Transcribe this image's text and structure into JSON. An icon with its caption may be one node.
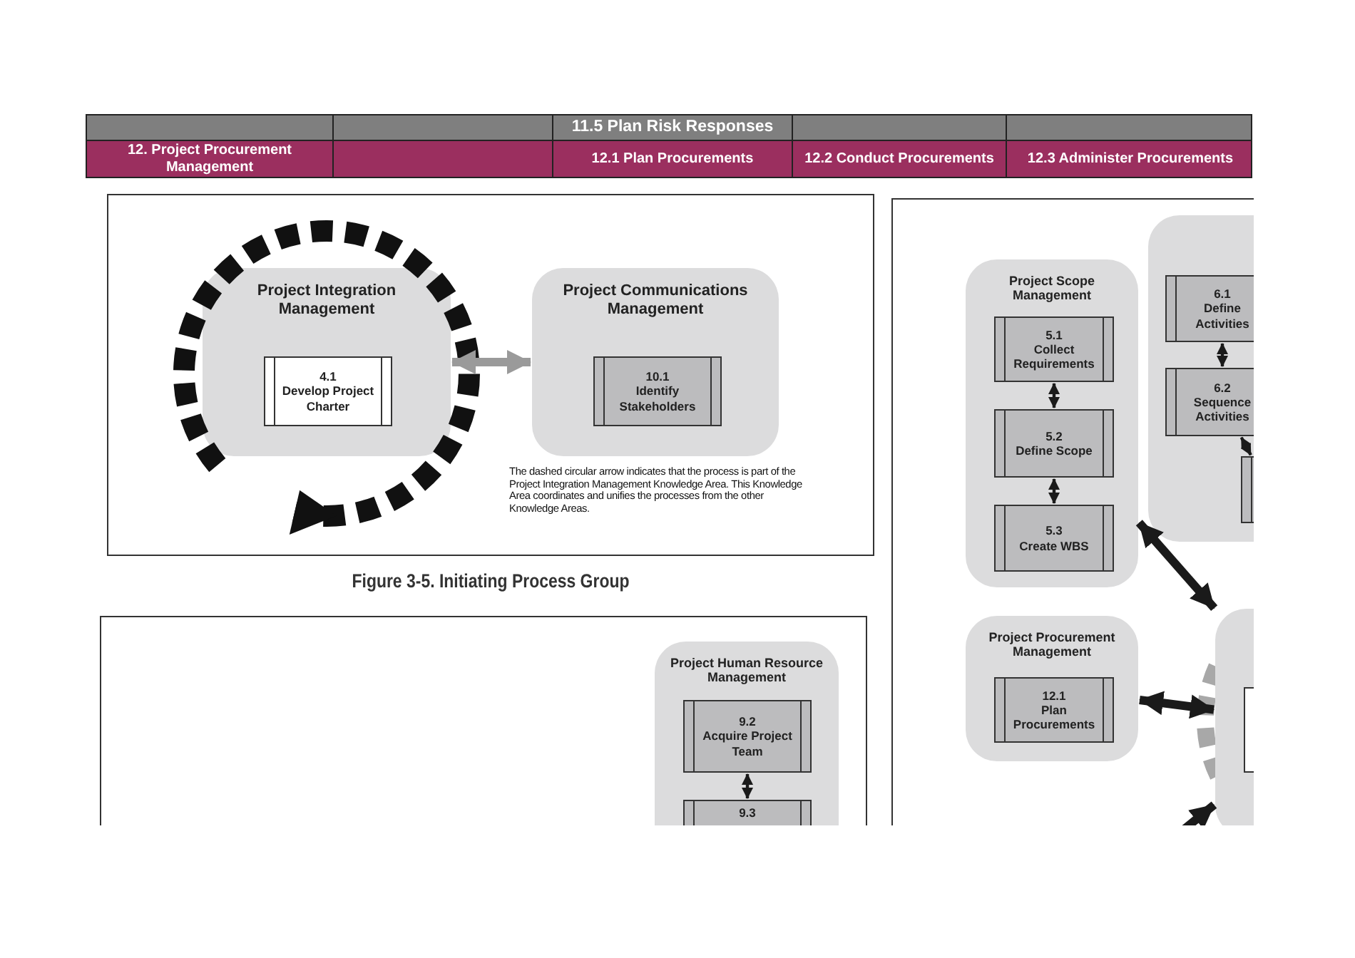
{
  "diagram": {
    "caption": "Figure 3-5. Initiating Process Group",
    "nodes": [
      {
        "text": [
          "Project Integration Management"
        ]
      },
      {
        "text": [
          "4.1",
          "Develop Project Charter"
        ],
        "in": 0
      },
      {
        "text": [
          "Project Communications Management"
        ]
      },
      {
        "text": [
          "10.1",
          "Identify Stakeholders"
        ],
        "in": 2
      },
      {
        "text": [
          "Project Scope Management"
        ]
      },
      {
        "text": [
          "5.1",
          "Collect Requirements"
        ],
        "in": 4
      },
      {
        "text": [
          "5.2",
          "Define Scope"
        ],
        "in": 4
      },
      {
        "text": [
          "5.3",
          "Create WBS"
        ],
        "in": 4
      },
      {
        "text": [],
        "shape": "box"
      },
      {
        "text": [
          "6.1",
          "Define Activities"
        ],
        "in": 8
      },
      {
        "text": [
          "6.2",
          "Sequence Activities"
        ],
        "in": 8
      },
      {
        "text": [],
        "shape": "box",
        "in": 8
      },
      {
        "text": [
          "Project Procurement Management"
        ]
      },
      {
        "text": [
          "12.1",
          "Plan Procurements"
        ],
        "in": 12
      },
      {
        "text": [],
        "shape": "box"
      },
      {
        "text": [],
        "shape": "box",
        "in": 14
      },
      {
        "text": [
          "Project Human Resource Management"
        ]
      },
      {
        "text": [
          "9.2",
          "Acquire Project Team"
        ],
        "in": 16
      },
      {
        "text": [
          "9.3"
        ],
        "in": 16
      }
    ],
    "edges": [
      {
        "from": 0,
        "to": 2,
        "arrow": "both",
        "style": "thick",
        "color": "#9a9a9a"
      },
      {
        "from": 5,
        "to": 6,
        "arrow": "both"
      },
      {
        "from": 6,
        "to": 7,
        "arrow": "both"
      },
      {
        "from": 9,
        "to": 10,
        "arrow": "both"
      },
      {
        "from": 10,
        "to": 11,
        "arrow": "both"
      },
      {
        "from": 4,
        "to": 14,
        "arrow": "both",
        "style": "thick"
      },
      {
        "from": 12,
        "to": 14,
        "arrow": "both",
        "style": "thick"
      },
      {
        "from": null,
        "to": 14,
        "arrow": "to",
        "style": "thick"
      },
      {
        "from": 17,
        "to": 18,
        "arrow": "both"
      }
    ],
    "labels": [
      "11.5 Plan Risk Responses",
      "12. Project Procurement Management",
      "12.1 Plan Procurements",
      "12.2 Conduct Procurements",
      "12.3 Administer Procurements",
      "The dashed circular arrow indicates that the process is part of the Project Integration Management Knowledge Area. This Knowledge Area coordinates and unifies the processes from the other Knowledge Areas."
    ]
  }
}
